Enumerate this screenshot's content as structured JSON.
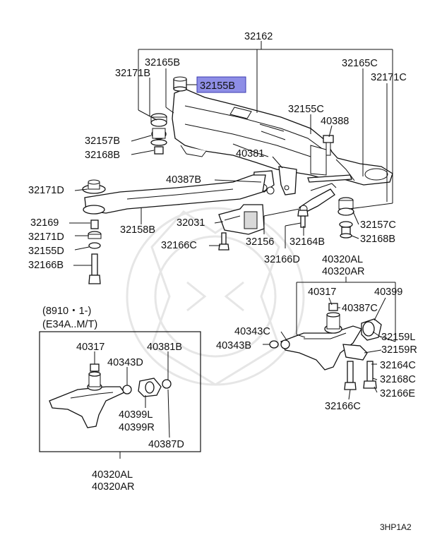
{
  "labels": {
    "p32162": "32162",
    "p32165B": "32165B",
    "p32171B": "32171B",
    "p32155B": "32155B",
    "p32165C": "32165C",
    "p32171C": "32171C",
    "p32155C": "32155C",
    "p40388": "40388",
    "p32157B": "32157B",
    "p32168B_top": "32168B",
    "p40381": "40381",
    "p40387B": "40387B",
    "p32171D_top": "32171D",
    "p32169": "32169",
    "p32171D": "32171D",
    "p32155D": "32155D",
    "p32166B": "32166B",
    "p32158B": "32158B",
    "p32031": "32031",
    "p32166C_mid": "32166C",
    "p32156": "32156",
    "p32164B": "32164B",
    "p32157C": "32157C",
    "p32168B": "32168B",
    "p32166D": "32166D",
    "p40320AL_top": "40320AL",
    "p40320AR_top": "40320AR",
    "p40317_r": "40317",
    "p40399": "40399",
    "p40387C": "40387C",
    "p40343C": "40343C",
    "p40343B": "40343B",
    "p32159L": "32159L",
    "p32159R": "32159R",
    "p32164C": "32164C",
    "p32168C": "32168C",
    "p32166E": "32166E",
    "p32166C_low": "32166C",
    "note1": "(8910・1-)",
    "note2": "(E34A..M/T)",
    "p40317_l": "40317",
    "p40381B": "40381B",
    "p40343D": "40343D",
    "p40399L": "40399L",
    "p40399R": "40399R",
    "p40387D": "40387D",
    "p40320AL_bot": "40320AL",
    "p40320AR_bot": "40320AR",
    "code": "3HP1A2"
  },
  "colors": {
    "highlight": "#8e8ee6",
    "line": "#111111"
  }
}
